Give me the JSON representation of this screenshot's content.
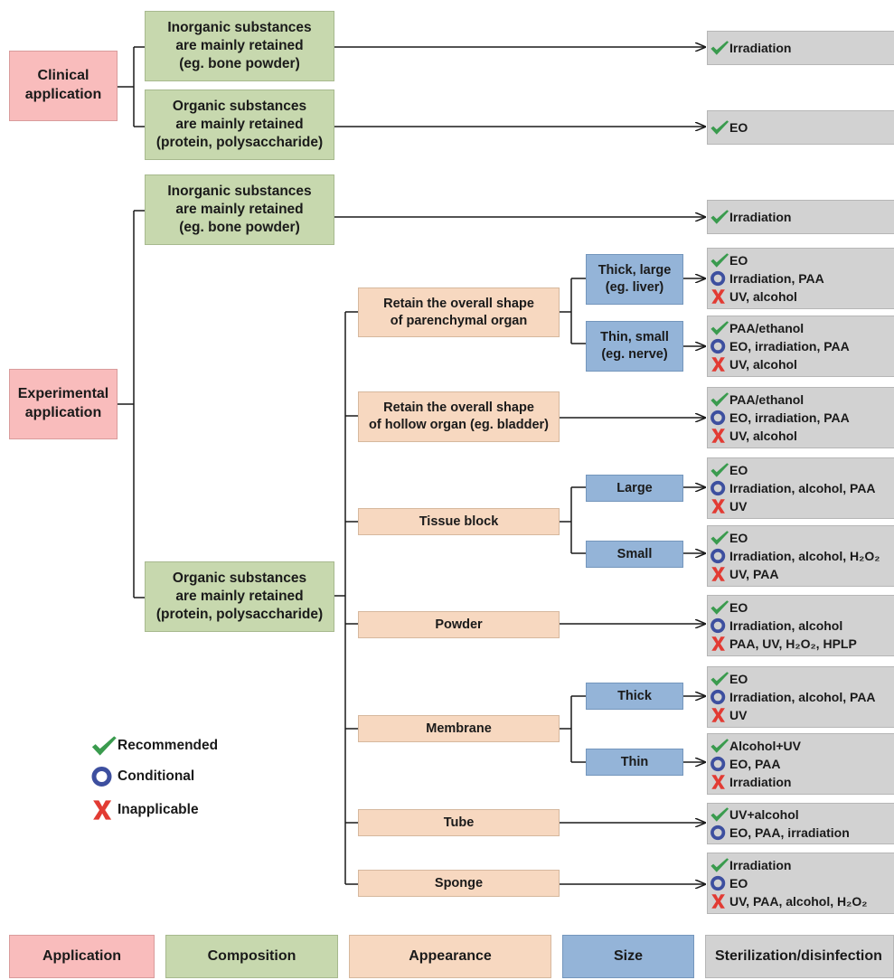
{
  "app": {
    "clinical": [
      "Clinical",
      "application"
    ],
    "experimental": [
      "Experimental",
      "application"
    ]
  },
  "composition": {
    "inorganic": [
      "Inorganic substances",
      "are mainly retained",
      "(eg. bone powder)"
    ],
    "organic": [
      "Organic substances",
      "are mainly retained",
      "(protein, polysaccharide)"
    ]
  },
  "appearance": {
    "parenchymal": [
      "Retain the overall shape",
      "of parenchymal organ"
    ],
    "hollow": [
      "Retain the overall shape",
      "of hollow organ (eg. bladder)"
    ],
    "tissue_block": "Tissue block",
    "powder": "Powder",
    "membrane": "Membrane",
    "tube": "Tube",
    "sponge": "Sponge"
  },
  "size": {
    "thick_large": [
      "Thick, large",
      "(eg. liver)"
    ],
    "thin_small": [
      "Thin, small",
      "(eg. nerve)"
    ],
    "large": "Large",
    "small": "Small",
    "thick": "Thick",
    "thin": "Thin"
  },
  "outcomes": {
    "clin_inorg": [
      {
        "icon": "check",
        "text": "Irradiation"
      }
    ],
    "clin_org": [
      {
        "icon": "check",
        "text": "EO"
      }
    ],
    "exp_inorg": [
      {
        "icon": "check",
        "text": "Irradiation"
      }
    ],
    "thick_large": [
      {
        "icon": "check",
        "text": "EO"
      },
      {
        "icon": "circle",
        "text": "Irradiation, PAA"
      },
      {
        "icon": "cross",
        "text": "UV, alcohol"
      }
    ],
    "thin_small": [
      {
        "icon": "check",
        "text": "PAA/ethanol"
      },
      {
        "icon": "circle",
        "text": "EO, irradiation, PAA"
      },
      {
        "icon": "cross",
        "text": "UV, alcohol"
      }
    ],
    "hollow": [
      {
        "icon": "check",
        "text": "PAA/ethanol"
      },
      {
        "icon": "circle",
        "text": "EO, irradiation, PAA"
      },
      {
        "icon": "cross",
        "text": "UV, alcohol"
      }
    ],
    "block_large": [
      {
        "icon": "check",
        "text": "EO"
      },
      {
        "icon": "circle",
        "text": "Irradiation, alcohol, PAA"
      },
      {
        "icon": "cross",
        "text": "UV"
      }
    ],
    "block_small": [
      {
        "icon": "check",
        "text": "EO"
      },
      {
        "icon": "circle",
        "text": "Irradiation, alcohol, H₂O₂"
      },
      {
        "icon": "cross",
        "text": "UV, PAA"
      }
    ],
    "powder": [
      {
        "icon": "check",
        "text": "EO"
      },
      {
        "icon": "circle",
        "text": "Irradiation, alcohol"
      },
      {
        "icon": "cross",
        "text": "PAA, UV, H₂O₂, HPLP"
      }
    ],
    "mem_thick": [
      {
        "icon": "check",
        "text": "EO"
      },
      {
        "icon": "circle",
        "text": "Irradiation, alcohol, PAA"
      },
      {
        "icon": "cross",
        "text": "UV"
      }
    ],
    "mem_thin": [
      {
        "icon": "check",
        "text": "Alcohol+UV"
      },
      {
        "icon": "circle",
        "text": "EO, PAA"
      },
      {
        "icon": "cross",
        "text": "Irradiation"
      }
    ],
    "tube": [
      {
        "icon": "check",
        "text": "UV+alcohol"
      },
      {
        "icon": "circle",
        "text": "EO, PAA, irradiation"
      }
    ],
    "sponge": [
      {
        "icon": "check",
        "text": "Irradiation"
      },
      {
        "icon": "circle",
        "text": "EO"
      },
      {
        "icon": "cross",
        "text": "UV, PAA, alcohol, H₂O₂"
      }
    ]
  },
  "legend": [
    {
      "icon": "check",
      "label": "Recommended"
    },
    {
      "icon": "circle",
      "label": "Conditional"
    },
    {
      "icon": "cross",
      "label": "Inapplicable"
    }
  ],
  "category_bar": {
    "application": "Application",
    "composition": "Composition",
    "appearance": "Appearance",
    "size": "Size",
    "sterilization": "Sterilization/disinfection"
  },
  "colors": {
    "application": "#f9bcbc",
    "composition": "#c7d8ae",
    "appearance": "#f7d8c0",
    "size": "#94b4d8",
    "sterilization": "#d2d2d2",
    "check": "#3a9b4e",
    "circle": "#3d4f9f",
    "cross": "#e23b33"
  }
}
